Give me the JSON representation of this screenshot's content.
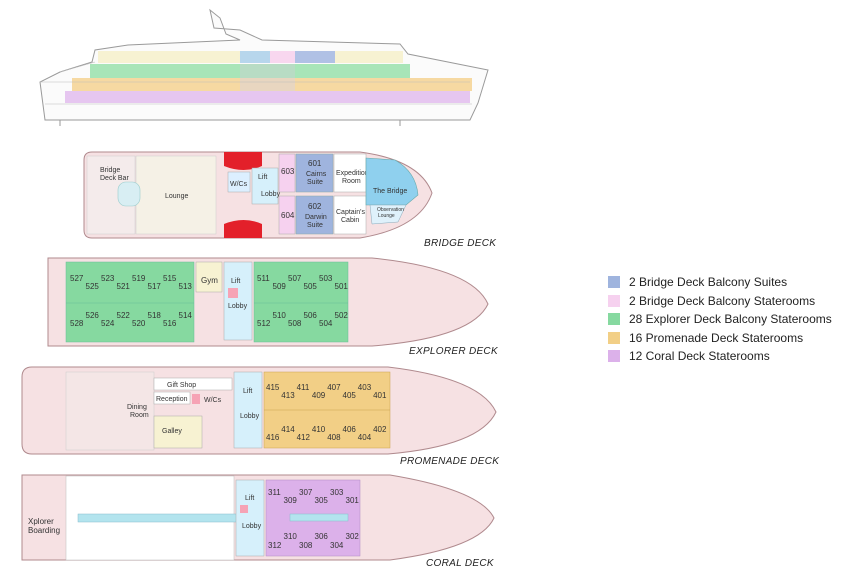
{
  "colors": {
    "suite": "#9fb4de",
    "bridge_stateroom": "#f6d1ef",
    "explorer": "#86d9a0",
    "promenade": "#f2cf86",
    "coral": "#dcb1ea",
    "hull": "#f6e1e3",
    "hull_stroke": "#b08a8e"
  },
  "legend": [
    {
      "label": "2 Bridge Deck Balcony Suites",
      "color": "#9fb4de"
    },
    {
      "label": "2 Bridge Deck Balcony Staterooms",
      "color": "#f6d1ef"
    },
    {
      "label": "28 Explorer Deck Balcony Staterooms",
      "color": "#86d9a0"
    },
    {
      "label": "16 Promenade Deck Staterooms",
      "color": "#f2cf86"
    },
    {
      "label": "12 Coral Deck Staterooms",
      "color": "#dcb1ea"
    }
  ],
  "decks": {
    "bridge": {
      "name": "BRIDGE DECK",
      "bar": "Bridge Deck Bar",
      "lounge": "Lounge",
      "wcs": "W/Cs",
      "lift": "Lift",
      "lobby": "Lobby",
      "cabin_603": "603",
      "cabin_604": "604",
      "suite_601": {
        "number": "601",
        "line1": "Cairns",
        "line2": "Suite"
      },
      "suite_602": {
        "number": "602",
        "line1": "Darwin",
        "line2": "Suite"
      },
      "expedition": {
        "line1": "Expedition",
        "line2": "Room"
      },
      "captain": {
        "line1": "Captain's",
        "line2": "Cabin"
      },
      "the_bridge": "The Bridge",
      "observation": {
        "line1": "Observation",
        "line2": "Lounge"
      }
    },
    "explorer": {
      "name": "EXPLORER DECK",
      "gym": "Gym",
      "lift": "Lift",
      "lobby": "Lobby",
      "top_aft": [
        "527",
        "525",
        "523",
        "521",
        "519",
        "517",
        "515",
        "513"
      ],
      "bottom_aft": [
        "528",
        "526",
        "524",
        "522",
        "520",
        "518",
        "516",
        "514"
      ],
      "top_fwd": [
        "511",
        "509",
        "507",
        "505",
        "503",
        "501"
      ],
      "bottom_fwd": [
        "512",
        "510",
        "508",
        "506",
        "504",
        "502"
      ]
    },
    "promenade": {
      "name": "PROMENADE DECK",
      "dining": {
        "line1": "Dining",
        "line2": "Room"
      },
      "gift_shop": "Gift Shop",
      "reception": "Reception",
      "wcs": "W/Cs",
      "galley": "Galley",
      "lift": "Lift",
      "lobby": "Lobby",
      "top": [
        "415",
        "413",
        "411",
        "409",
        "407",
        "405",
        "403",
        "401"
      ],
      "bottom": [
        "416",
        "414",
        "412",
        "410",
        "408",
        "406",
        "404",
        "402"
      ]
    },
    "coral": {
      "name": "CORAL DECK",
      "boarding": {
        "line1": "Xplorer",
        "line2": "Boarding"
      },
      "lift": "Lift",
      "lobby": "Lobby",
      "top": [
        "311",
        "309",
        "307",
        "305",
        "303",
        "301"
      ],
      "bottom": [
        "312",
        "310",
        "308",
        "306",
        "304",
        "302"
      ]
    }
  }
}
